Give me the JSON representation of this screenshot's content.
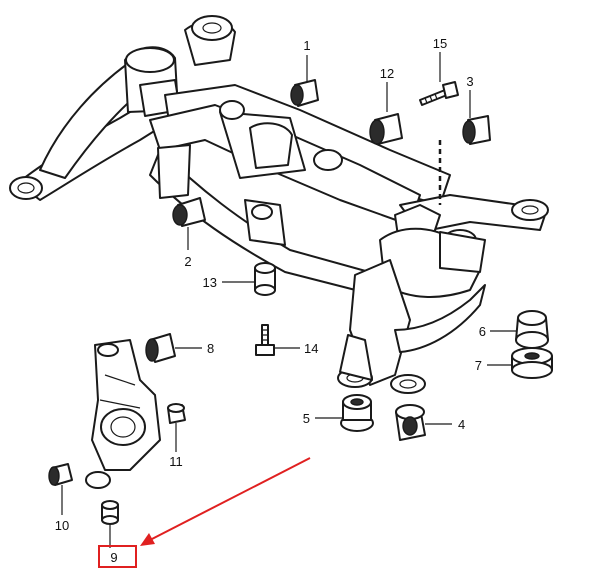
{
  "diagram": {
    "title": "Rear subframe (crossmember) assembly exploded view",
    "callouts": [
      "1",
      "2",
      "3",
      "4",
      "5",
      "6",
      "7",
      "8",
      "9",
      "10",
      "11",
      "12",
      "13",
      "14",
      "15"
    ],
    "highlighted_callout": "9",
    "highlight_color": "#e02020",
    "line_color": "#1a1a1a",
    "background_color": "#ffffff"
  }
}
